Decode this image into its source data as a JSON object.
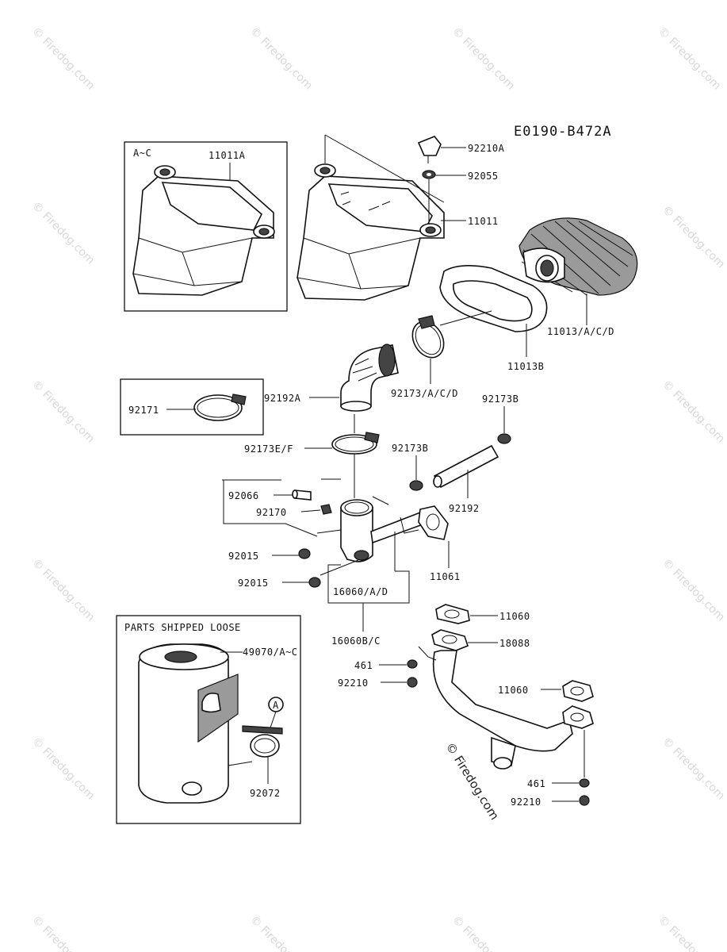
{
  "diagram_code": "E0190-B472A",
  "watermark_text": "© Firedog.com",
  "box_labels": {
    "variant_box": "A~C",
    "loose_box": "PARTS SHIPPED LOOSE",
    "callout_a": "A"
  },
  "labels": {
    "p11011A": "11011A",
    "p92210A": "92210A",
    "p92055": "92055",
    "p11011": "11011",
    "p11013": "11013/A/C/D",
    "p11013B": "11013B",
    "p92192A": "92192A",
    "p92173ACD": "92173/A/C/D",
    "p92173B_top": "92173B",
    "p92171": "92171",
    "p92173EF": "92173E/F",
    "p92173B_mid": "92173B",
    "p92066": "92066",
    "p92170": "92170",
    "p92192": "92192",
    "p92015_a": "92015",
    "p92015_b": "92015",
    "p11061": "11061",
    "p16060AD": "16060/A/D",
    "p16060BC": "16060B/C",
    "p11060_a": "11060",
    "p18088": "18088",
    "p461_a": "461",
    "p92210_a": "92210",
    "p11060_b": "11060",
    "p49070": "49070/A~C",
    "p92072": "92072",
    "p461_b": "461",
    "p92210_b": "92210"
  }
}
